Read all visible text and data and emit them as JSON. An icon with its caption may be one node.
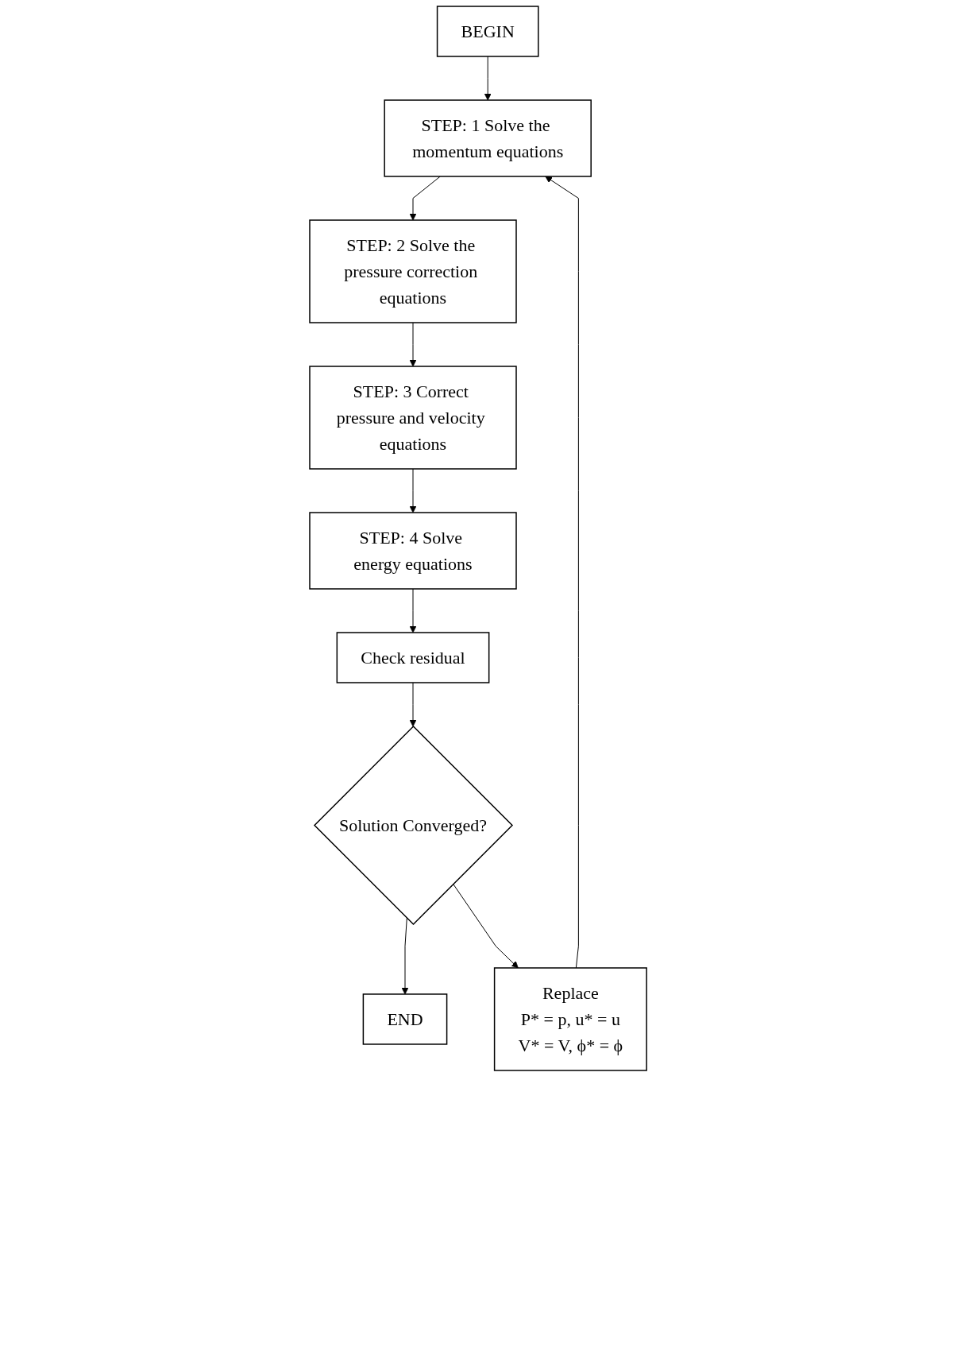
{
  "diagram": {
    "nodes": [
      {
        "text": [
          "BEGIN"
        ]
      },
      {
        "text": [
          "STEP: 1 Solve the momentum equations"
        ]
      },
      {
        "text": [
          "STEP: 2 Solve the pressure correction equations"
        ]
      },
      {
        "text": [
          "STEP: 3 Correct pressure and velocity equations"
        ]
      },
      {
        "text": [
          "STEP: 4 Solve energy equations"
        ]
      },
      {
        "text": [
          "Check residual"
        ]
      },
      {
        "text": [
          "Solution Converged?"
        ]
      },
      {
        "text": [
          "END"
        ]
      },
      {
        "text": [
          "Replace",
          "P* = p, u* = u",
          "V* = V, ϕ* = ϕ"
        ]
      }
    ],
    "edges": [
      {
        "from": 0,
        "to": 1,
        "arrow": "to"
      },
      {
        "from": 1,
        "to": 2,
        "arrow": "to"
      },
      {
        "from": 2,
        "to": 3,
        "arrow": "to"
      },
      {
        "from": 3,
        "to": 4,
        "arrow": "to"
      },
      {
        "from": 4,
        "to": 5,
        "arrow": "to"
      },
      {
        "from": 5,
        "to": 6,
        "arrow": "to"
      },
      {
        "from": 6,
        "to": 7,
        "arrow": "to"
      },
      {
        "from": 6,
        "to": 8,
        "arrow": "to"
      },
      {
        "from": 8,
        "to": 1,
        "arrow": "to"
      }
    ]
  }
}
